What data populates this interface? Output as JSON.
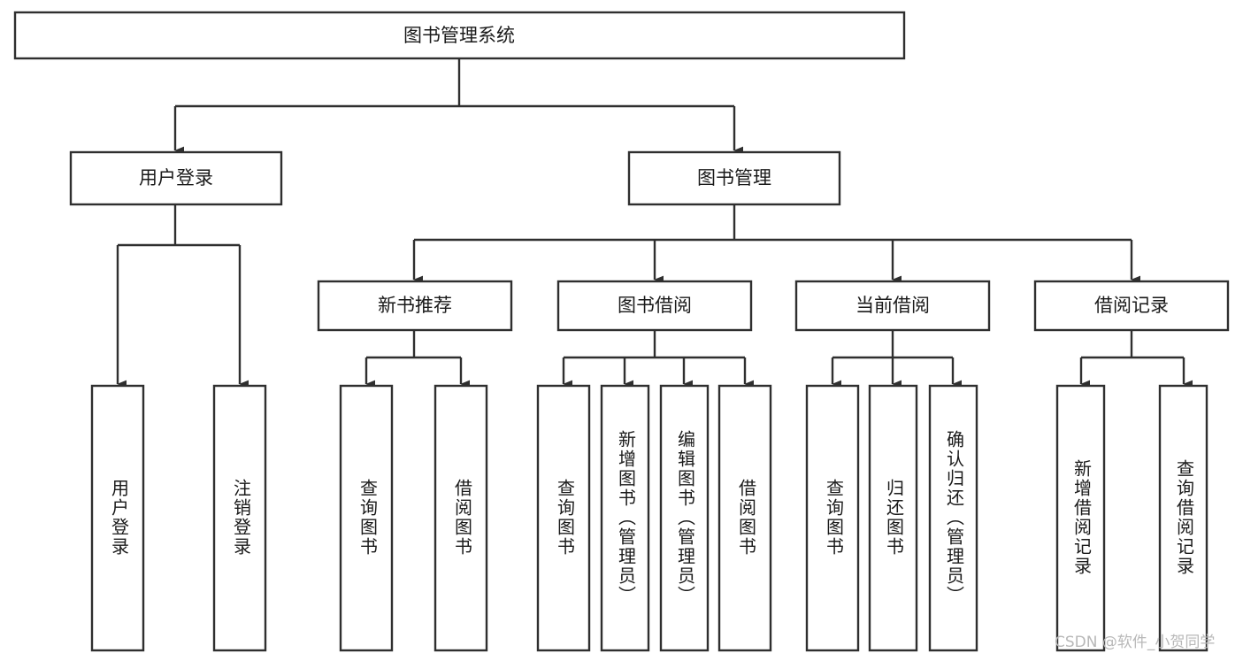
{
  "diagram": {
    "type": "tree-hierarchy-chart",
    "title": "图书管理系统",
    "watermark": "CSDN @软件_小贺同学",
    "colors": {
      "box_stroke": "#2f2f2f",
      "box_fill": "#ffffff",
      "connector": "#2f2f2f",
      "label_text": "#1a1a1a",
      "watermark_text": "#b8b8b8",
      "background": "#ffffff"
    },
    "levels": {
      "root": {
        "label": "图书管理系统"
      },
      "level2": [
        {
          "label": "用户登录"
        },
        {
          "label": "图书管理"
        }
      ],
      "level3": [
        {
          "label": "新书推荐",
          "parent": "图书管理"
        },
        {
          "label": "图书借阅",
          "parent": "图书管理"
        },
        {
          "label": "当前借阅",
          "parent": "图书管理"
        },
        {
          "label": "借阅记录",
          "parent": "图书管理"
        }
      ],
      "leaves": [
        {
          "label": "用户登录",
          "parent": "用户登录"
        },
        {
          "label": "注销登录",
          "parent": "用户登录"
        },
        {
          "label": "查询图书",
          "parent": "新书推荐"
        },
        {
          "label": "借阅图书",
          "parent": "新书推荐"
        },
        {
          "label": "查询图书",
          "parent": "图书借阅"
        },
        {
          "label": "新增图书（管理员）",
          "parent": "图书借阅"
        },
        {
          "label": "编辑图书（管理员）",
          "parent": "图书借阅"
        },
        {
          "label": "借阅图书",
          "parent": "图书借阅"
        },
        {
          "label": "查询图书",
          "parent": "当前借阅"
        },
        {
          "label": "归还图书",
          "parent": "当前借阅"
        },
        {
          "label": "确认归还（管理员）",
          "parent": "当前借阅"
        },
        {
          "label": "新增借阅记录",
          "parent": "借阅记录"
        },
        {
          "label": "查询借阅记录",
          "parent": "借阅记录"
        }
      ]
    },
    "nodes": {
      "root": "图书管理系统",
      "n_user_login": "用户登录",
      "n_book_mgmt": "图书管理",
      "n_new_book_rec": "新书推荐",
      "n_book_borrow": "图书借阅",
      "n_current_borrow": "当前借阅",
      "n_borrow_record": "借阅记录",
      "leaf_user_login": "用户登录",
      "leaf_logout": "注销登录",
      "leaf_query_book_1": "查询图书",
      "leaf_borrow_book_1": "借阅图书",
      "leaf_query_book_2": "查询图书",
      "leaf_add_book": "新增图书（管理员）",
      "leaf_edit_book": "编辑图书（管理员）",
      "leaf_borrow_book_2": "借阅图书",
      "leaf_query_book_3": "查询图书",
      "leaf_return_book": "归还图书",
      "leaf_confirm_return": "确认归还（管理员）",
      "leaf_add_record": "新增借阅记录",
      "leaf_query_record": "查询借阅记录"
    }
  }
}
